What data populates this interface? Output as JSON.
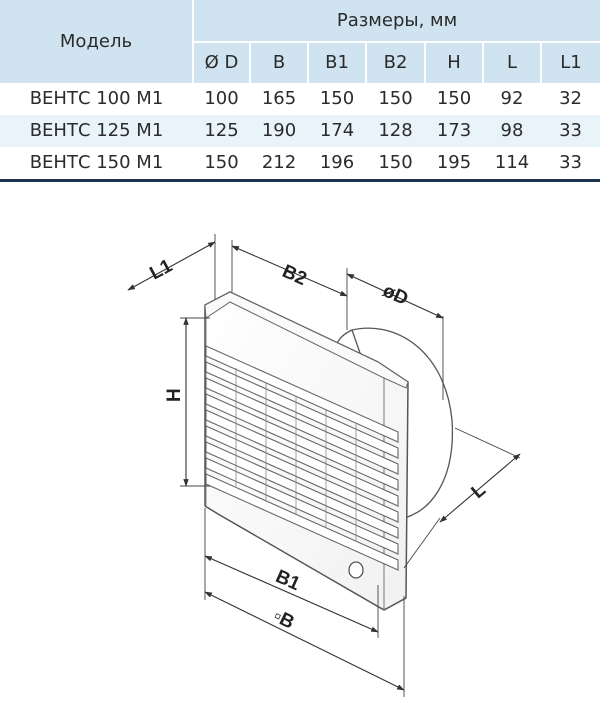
{
  "table": {
    "model_header": "Модель",
    "group_header": "Размеры, мм",
    "columns": [
      "Ø D",
      "B",
      "B1",
      "B2",
      "H",
      "L",
      "L1"
    ],
    "rows": [
      {
        "model": "ВЕНТС 100 М1",
        "values": [
          "100",
          "165",
          "150",
          "150",
          "150",
          "92",
          "32"
        ]
      },
      {
        "model": "ВЕНТС 125 М1",
        "values": [
          "125",
          "190",
          "174",
          "128",
          "173",
          "98",
          "33"
        ]
      },
      {
        "model": "ВЕНТС 150 М1",
        "values": [
          "150",
          "212",
          "196",
          "150",
          "195",
          "114",
          "33"
        ]
      }
    ]
  },
  "drawing": {
    "labels": {
      "l1": "L1",
      "b2": "B2",
      "d": "øD",
      "h": "H",
      "l": "L",
      "b1": "B1",
      "b": "▫B"
    }
  },
  "colors": {
    "header_bg": "#cfe4f0",
    "row_alt_bg": "#e8f3fa",
    "bottom_rule": "#1b3551"
  }
}
